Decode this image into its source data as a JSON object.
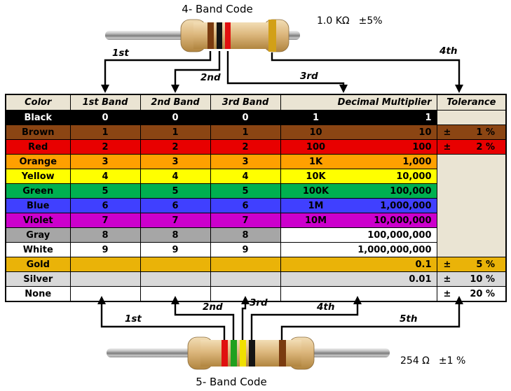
{
  "colors": {
    "table_border": "#000000",
    "header_bg": "#EAE4D3",
    "empty_tolerance_bg": "#EAE4D3"
  },
  "top_resistor": {
    "title": "4- Band Code",
    "value": "1.0 KΩ",
    "tolerance": "±5%",
    "arrow_labels": [
      "1st",
      "2nd",
      "3rd",
      "4th"
    ],
    "bands": [
      {
        "name": "brown",
        "hex": "#7A3B10"
      },
      {
        "name": "black",
        "hex": "#141414"
      },
      {
        "name": "red",
        "hex": "#E01010"
      },
      {
        "name": "gold",
        "hex": "#D2A017"
      }
    ]
  },
  "bottom_resistor": {
    "title": "5- Band Code",
    "value": "254 Ω",
    "tolerance": "±1 %",
    "arrow_labels": [
      "1st",
      "2nd",
      "3rd",
      "4th",
      "5th"
    ],
    "bands": [
      {
        "name": "red",
        "hex": "#E01010"
      },
      {
        "name": "green",
        "hex": "#1FA01F"
      },
      {
        "name": "yellow",
        "hex": "#F0E000"
      },
      {
        "name": "black",
        "hex": "#141414"
      },
      {
        "name": "brown",
        "hex": "#7A3B10"
      }
    ]
  },
  "table": {
    "headers": [
      "Color",
      "1st Band",
      "2nd Band",
      "3rd Band",
      "Decimal Multiplier",
      "Tolerance"
    ],
    "rows": [
      {
        "color": "Black",
        "b1": "0",
        "b2": "0",
        "b3": "0",
        "mult_short": "1",
        "mult_full": "1",
        "tol_pm": "",
        "tol_val": "",
        "bg": "#000000",
        "fg": "#FFFFFF",
        "mult_bg": "#000000",
        "mult_fg": "#FFFFFF",
        "tol_bg": "#EAE4D3",
        "tol_fg": "#000000",
        "tol_joined": false
      },
      {
        "color": "Brown",
        "b1": "1",
        "b2": "1",
        "b3": "1",
        "mult_short": "10",
        "mult_full": "10",
        "tol_pm": "±",
        "tol_val": "1 %",
        "bg": "#8B4513",
        "fg": "#000000",
        "mult_bg": "#8B4513",
        "mult_fg": "#000000",
        "tol_bg": "#8B4513",
        "tol_fg": "#000000",
        "tol_joined": false
      },
      {
        "color": "Red",
        "b1": "2",
        "b2": "2",
        "b3": "2",
        "mult_short": "100",
        "mult_full": "100",
        "tol_pm": "±",
        "tol_val": "2 %",
        "bg": "#E80000",
        "fg": "#000000",
        "mult_bg": "#E80000",
        "mult_fg": "#000000",
        "tol_bg": "#E80000",
        "tol_fg": "#000000",
        "tol_joined": false
      },
      {
        "color": "Orange",
        "b1": "3",
        "b2": "3",
        "b3": "3",
        "mult_short": "1K",
        "mult_full": "1,000",
        "tol_pm": "",
        "tol_val": "",
        "bg": "#FFA000",
        "fg": "#000000",
        "mult_bg": "#FFA000",
        "mult_fg": "#000000",
        "tol_bg": "#EAE4D3",
        "tol_fg": "#000000",
        "tol_joined": false
      },
      {
        "color": "Yellow",
        "b1": "4",
        "b2": "4",
        "b3": "4",
        "mult_short": "10K",
        "mult_full": "10,000",
        "tol_pm": "",
        "tol_val": "",
        "bg": "#FFFF00",
        "fg": "#000000",
        "mult_bg": "#FFFF00",
        "mult_fg": "#000000",
        "tol_bg": "#EAE4D3",
        "tol_fg": "#000000",
        "tol_joined": true
      },
      {
        "color": "Green",
        "b1": "5",
        "b2": "5",
        "b3": "5",
        "mult_short": "100K",
        "mult_full": "100,000",
        "tol_pm": "",
        "tol_val": "",
        "bg": "#00B050",
        "fg": "#000000",
        "mult_bg": "#00B050",
        "mult_fg": "#000000",
        "tol_bg": "#EAE4D3",
        "tol_fg": "#000000",
        "tol_joined": true
      },
      {
        "color": "Blue",
        "b1": "6",
        "b2": "6",
        "b3": "6",
        "mult_short": "1M",
        "mult_full": "1,000,000",
        "tol_pm": "",
        "tol_val": "",
        "bg": "#4040FF",
        "fg": "#000000",
        "mult_bg": "#4040FF",
        "mult_fg": "#000000",
        "tol_bg": "#EAE4D3",
        "tol_fg": "#000000",
        "tol_joined": true
      },
      {
        "color": "Violet",
        "b1": "7",
        "b2": "7",
        "b3": "7",
        "mult_short": "10M",
        "mult_full": "10,000,000",
        "tol_pm": "",
        "tol_val": "",
        "bg": "#CC00CC",
        "fg": "#000000",
        "mult_bg": "#CC00CC",
        "mult_fg": "#000000",
        "tol_bg": "#EAE4D3",
        "tol_fg": "#000000",
        "tol_joined": true
      },
      {
        "color": "Gray",
        "b1": "8",
        "b2": "8",
        "b3": "8",
        "mult_short": "",
        "mult_full": "100,000,000",
        "tol_pm": "",
        "tol_val": "",
        "bg": "#A6A6A6",
        "fg": "#000000",
        "mult_bg": "#FFFFFF",
        "mult_fg": "#000000",
        "tol_bg": "#EAE4D3",
        "tol_fg": "#000000",
        "tol_joined": true
      },
      {
        "color": "White",
        "b1": "9",
        "b2": "9",
        "b3": "9",
        "mult_short": "",
        "mult_full": "1,000,000,000",
        "tol_pm": "",
        "tol_val": "",
        "bg": "#FFFFFF",
        "fg": "#000000",
        "mult_bg": "#FFFFFF",
        "mult_fg": "#000000",
        "tol_bg": "#EAE4D3",
        "tol_fg": "#000000",
        "tol_joined": true
      },
      {
        "color": "Gold",
        "b1": "",
        "b2": "",
        "b3": "",
        "mult_short": "",
        "mult_full": "0.1",
        "tol_pm": "±",
        "tol_val": "5 %",
        "bg": "#EAB308",
        "fg": "#000000",
        "mult_bg": "#EAB308",
        "mult_fg": "#000000",
        "tol_bg": "#EAB308",
        "tol_fg": "#000000",
        "tol_joined": false
      },
      {
        "color": "Silver",
        "b1": "",
        "b2": "",
        "b3": "",
        "mult_short": "",
        "mult_full": "0.01",
        "tol_pm": "±",
        "tol_val": "10 %",
        "bg": "#D9D9D9",
        "fg": "#000000",
        "mult_bg": "#D9D9D9",
        "mult_fg": "#000000",
        "tol_bg": "#D9D9D9",
        "tol_fg": "#000000",
        "tol_joined": false
      },
      {
        "color": "None",
        "b1": "",
        "b2": "",
        "b3": "",
        "mult_short": "",
        "mult_full": "",
        "tol_pm": "±",
        "tol_val": "20 %",
        "bg": "#FFFFFF",
        "fg": "#000000",
        "mult_bg": "#FFFFFF",
        "mult_fg": "#000000",
        "tol_bg": "#FFFFFF",
        "tol_fg": "#000000",
        "tol_joined": false
      }
    ]
  }
}
